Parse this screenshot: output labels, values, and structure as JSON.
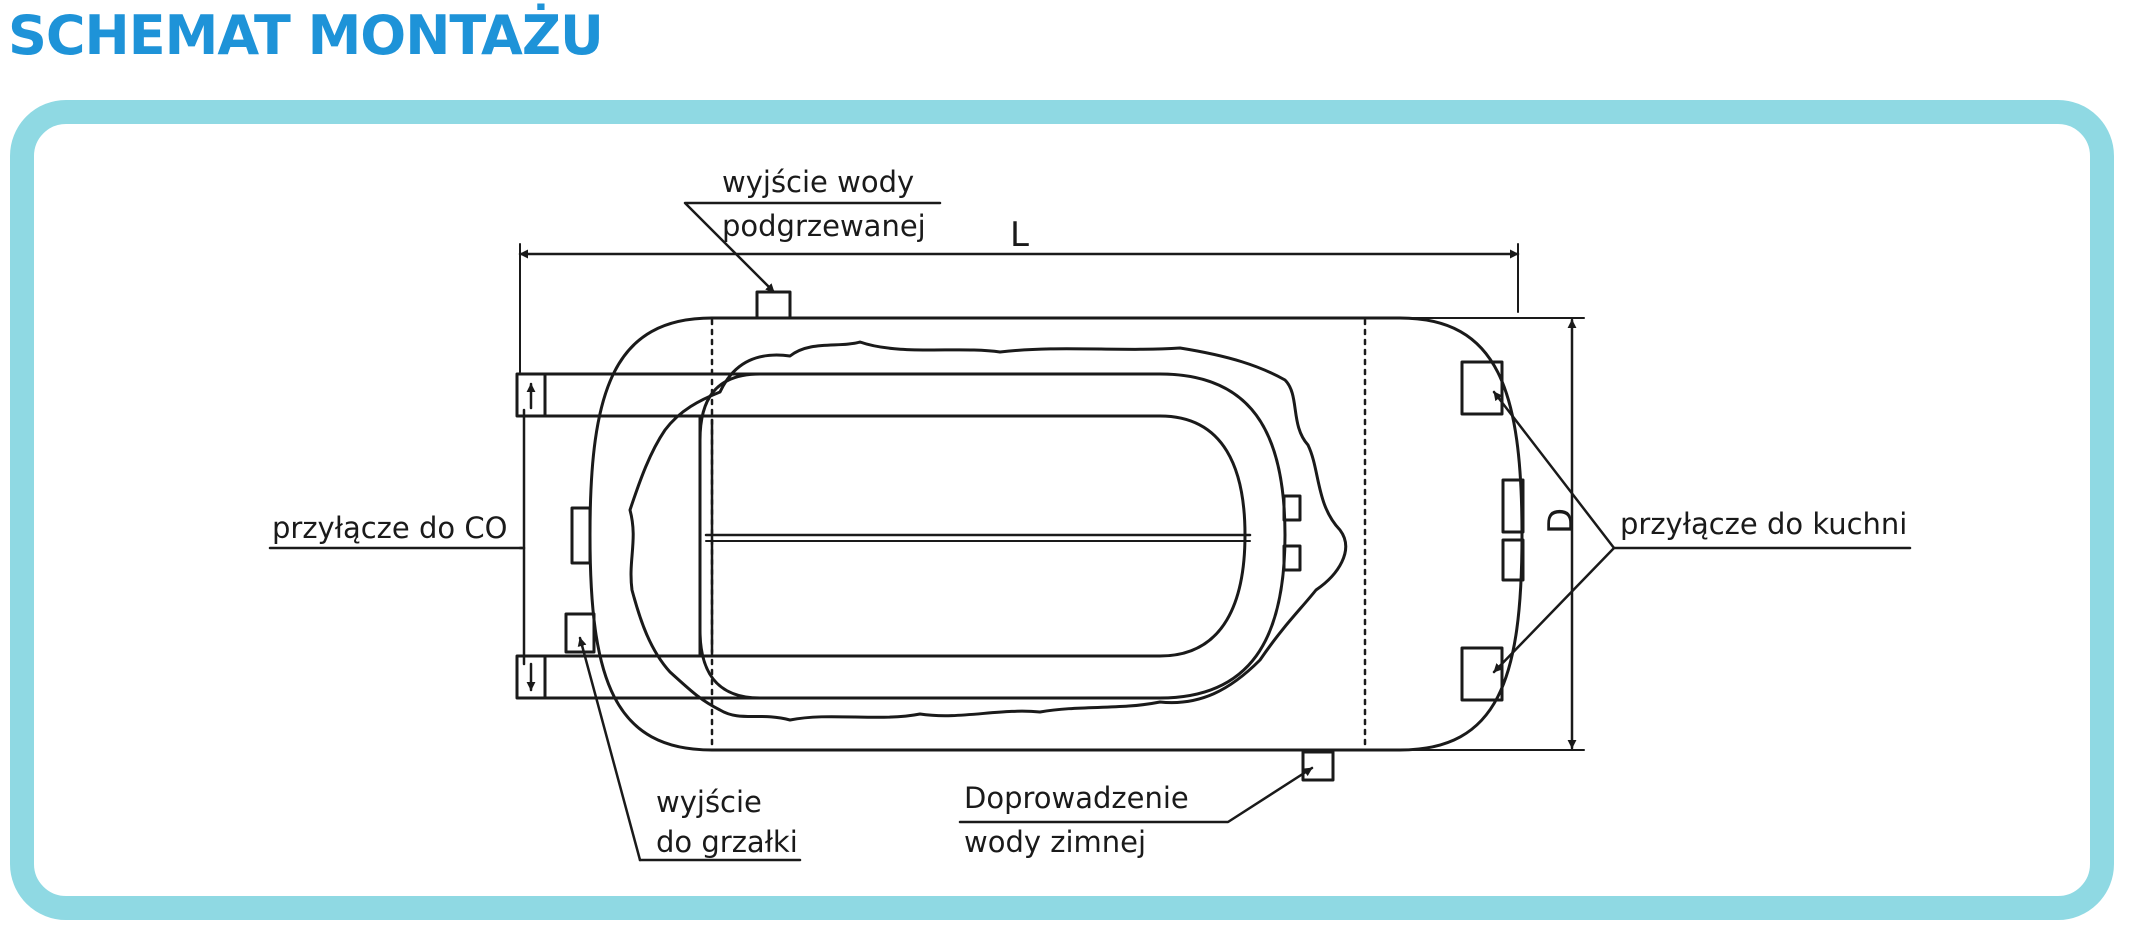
{
  "title": "SCHEMAT MONTAŻU",
  "colors": {
    "title": "#1e93d8",
    "frame": "#8fd9e3",
    "line": "#1a1a1a"
  },
  "labels": {
    "hot_water_outlet_line1": "wyjście wody",
    "hot_water_outlet_line2": "podgrzewanej",
    "length": "L",
    "diameter": "D",
    "co_connection": "przyłącze do CO",
    "kitchen_connection": "przyłącze do kuchni",
    "heater_outlet_line1": "wyjście",
    "heater_outlet_line2": "do grzałki",
    "cold_water_inlet_line1": "Doprowadzenie",
    "cold_water_inlet_line2": "wody zimnej"
  }
}
